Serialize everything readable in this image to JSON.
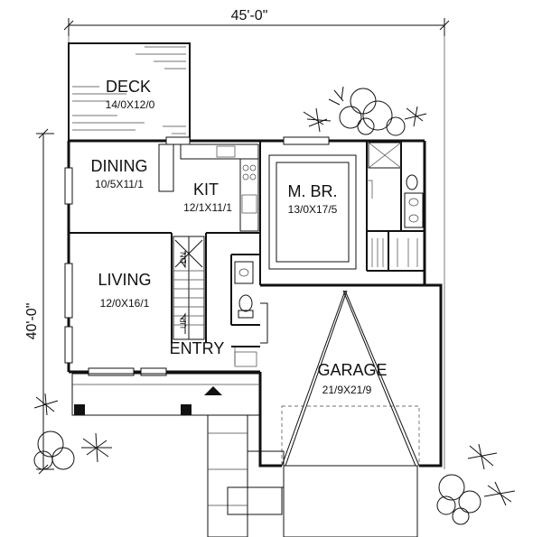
{
  "dimensions": {
    "width": "45'-0\"",
    "depth": "40'-0\""
  },
  "rooms": {
    "deck": {
      "name": "DECK",
      "size": "14/0X12/0"
    },
    "dining": {
      "name": "DINING",
      "size": "10/5X11/1"
    },
    "kitchen": {
      "name": "KIT",
      "size": "12/1X11/1"
    },
    "master_bedroom": {
      "name": "M. BR.",
      "size": "13/0X17/5"
    },
    "living": {
      "name": "LIVING",
      "size": "12/0X16/1"
    },
    "entry": {
      "name": "ENTRY"
    },
    "garage": {
      "name": "GARAGE",
      "size": "21/9X21/9"
    }
  },
  "stairs": {
    "down": "DN",
    "up": "UP"
  }
}
